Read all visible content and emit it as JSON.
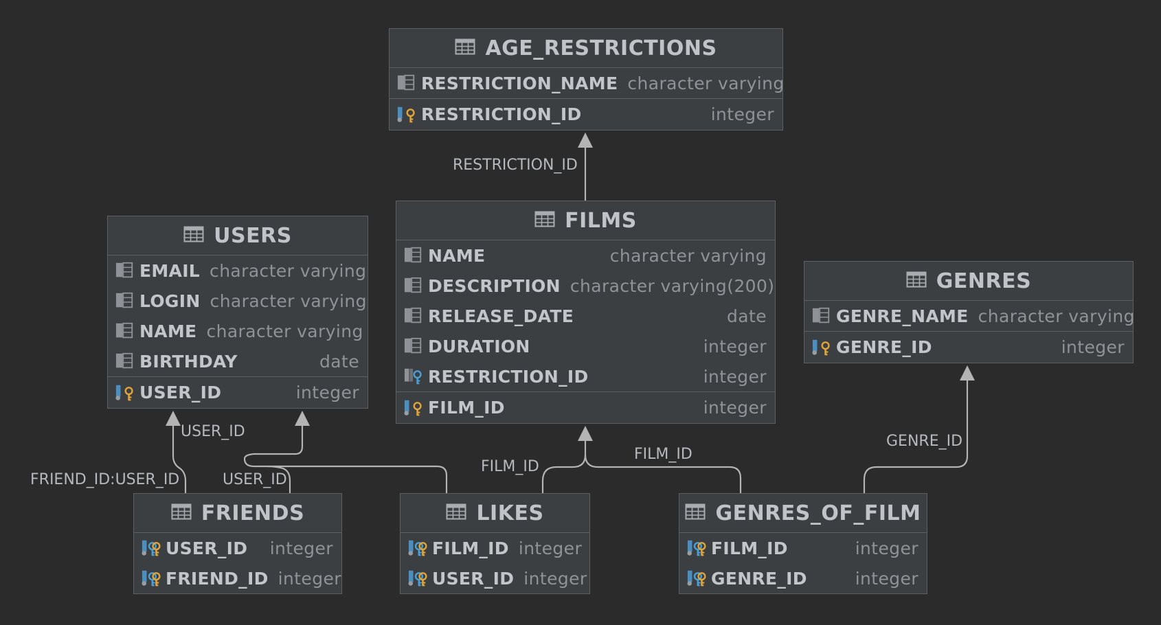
{
  "tables": {
    "age_restrictions": {
      "title": "AGE_RESTRICTIONS",
      "columns": [
        {
          "name": "RESTRICTION_NAME",
          "type": "character varying",
          "icon": "column-icon"
        },
        {
          "name": "RESTRICTION_ID",
          "type": "integer",
          "icon": "primary-key-icon"
        }
      ]
    },
    "films": {
      "title": "FILMS",
      "columns": [
        {
          "name": "NAME",
          "type": "character varying",
          "icon": "column-icon"
        },
        {
          "name": "DESCRIPTION",
          "type": "character varying(200)",
          "icon": "column-icon"
        },
        {
          "name": "RELEASE_DATE",
          "type": "date",
          "icon": "column-icon"
        },
        {
          "name": "DURATION",
          "type": "integer",
          "icon": "column-icon"
        },
        {
          "name": "RESTRICTION_ID",
          "type": "integer",
          "icon": "foreign-key-icon"
        },
        {
          "name": "FILM_ID",
          "type": "integer",
          "icon": "primary-key-icon"
        }
      ]
    },
    "users": {
      "title": "USERS",
      "columns": [
        {
          "name": "EMAIL",
          "type": "character varying",
          "icon": "column-icon"
        },
        {
          "name": "LOGIN",
          "type": "character varying",
          "icon": "column-icon"
        },
        {
          "name": "NAME",
          "type": "character varying",
          "icon": "column-icon"
        },
        {
          "name": "BIRTHDAY",
          "type": "date",
          "icon": "column-icon"
        },
        {
          "name": "USER_ID",
          "type": "integer",
          "icon": "primary-key-icon"
        }
      ]
    },
    "genres": {
      "title": "GENRES",
      "columns": [
        {
          "name": "GENRE_NAME",
          "type": "character varying",
          "icon": "column-icon"
        },
        {
          "name": "GENRE_ID",
          "type": "integer",
          "icon": "primary-key-icon"
        }
      ]
    },
    "friends": {
      "title": "FRIENDS",
      "columns": [
        {
          "name": "USER_ID",
          "type": "integer",
          "icon": "primary-foreign-key-icon"
        },
        {
          "name": "FRIEND_ID",
          "type": "integer",
          "icon": "primary-foreign-key-icon"
        }
      ]
    },
    "likes": {
      "title": "LIKES",
      "columns": [
        {
          "name": "FILM_ID",
          "type": "integer",
          "icon": "primary-foreign-key-icon"
        },
        {
          "name": "USER_ID",
          "type": "integer",
          "icon": "primary-foreign-key-icon"
        }
      ]
    },
    "genres_of_film": {
      "title": "GENRES_OF_FILM",
      "columns": [
        {
          "name": "FILM_ID",
          "type": "integer",
          "icon": "primary-foreign-key-icon"
        },
        {
          "name": "GENRE_ID",
          "type": "integer",
          "icon": "primary-foreign-key-icon"
        }
      ]
    }
  },
  "relations": [
    {
      "id": "films-age",
      "label": "RESTRICTION_ID"
    },
    {
      "id": "friends-users-friend",
      "label": "FRIEND_ID:USER_ID"
    },
    {
      "id": "friends-users-user",
      "label": "USER_ID"
    },
    {
      "id": "likes-users",
      "label": "USER_ID"
    },
    {
      "id": "likes-films",
      "label": "FILM_ID"
    },
    {
      "id": "gof-films",
      "label": "FILM_ID"
    },
    {
      "id": "gof-genres",
      "label": "GENRE_ID"
    }
  ],
  "colors": {
    "background": "#2b2b2b",
    "table_fill": "#3c3f41",
    "table_border": "#5d5f61",
    "line": "#b4b4b4",
    "key_gold": "#e0a53a",
    "key_blue": "#4a9fd6"
  }
}
